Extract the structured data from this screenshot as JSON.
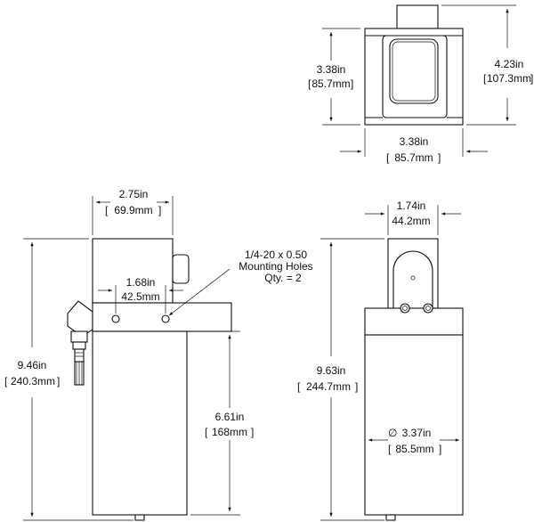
{
  "top_view": {
    "height": {
      "in": "3.38in",
      "mm": "85.7mm"
    },
    "total_height": {
      "in": "4.23in",
      "mm": "107.3mm"
    },
    "width": {
      "in": "3.38in",
      "mm": "85.7mm"
    }
  },
  "front_view": {
    "head_width": {
      "in": "2.75in",
      "mm": "69.9mm"
    },
    "hole_spacing": {
      "in": "1.68in",
      "mm": "42.5mm"
    },
    "holes_callout": {
      "line1": "1/4-20 x 0.50",
      "line2": "Mounting Holes",
      "line3": "Qty. = 2"
    },
    "total_height": {
      "in": "9.46in",
      "mm": "240.3mm"
    },
    "body_height": {
      "in": "6.61in",
      "mm": "168mm"
    }
  },
  "side_view": {
    "head_width": {
      "in": "1.74in",
      "mm": "44.2mm"
    },
    "total_height": {
      "in": "9.63in",
      "mm": "244.7mm"
    },
    "diameter": {
      "in": "3.37in",
      "mm": "85.5mm"
    }
  },
  "brackets": {
    "open": "[",
    "close": "]"
  },
  "symbols": {
    "diameter": "∅"
  }
}
